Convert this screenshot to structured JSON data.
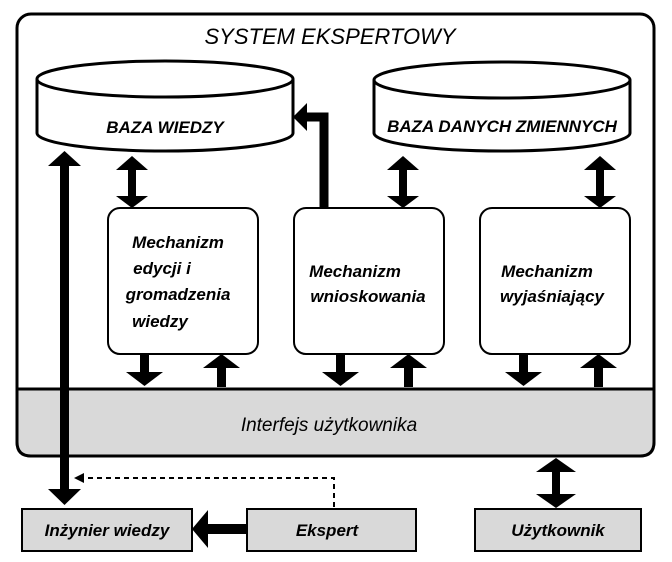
{
  "system_title": "SYSTEM EKSPERTOWY",
  "databases": {
    "knowledge": "BAZA WIEDZY",
    "variables": "BAZA DANYCH ZMIENNYCH"
  },
  "mechanisms": {
    "editing": [
      "Mechanizm",
      "edycji i",
      "gromadzenia",
      "wiedzy"
    ],
    "inference": [
      "Mechanizm",
      "wnioskowania"
    ],
    "explanation": [
      "Mechanizm",
      "wyjaśniający"
    ]
  },
  "interface_label": "Interfejs użytkownika",
  "actors": {
    "engineer": "Inżynier wiedzy",
    "expert": "Ekspert",
    "user": "Użytkownik"
  }
}
